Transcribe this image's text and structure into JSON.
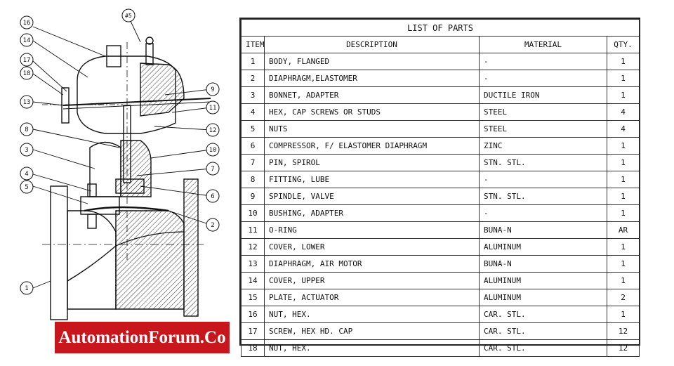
{
  "watermark": "AutomationForum.Co",
  "diagram": {
    "callouts": [
      "16",
      "14",
      "17",
      "18",
      "13",
      "8",
      "3",
      "4",
      "5",
      "1",
      "#5",
      "9",
      "11",
      "12",
      "10",
      "7",
      "6",
      "2"
    ]
  },
  "table": {
    "title": "LIST OF PARTS",
    "headers": {
      "item": "ITEM",
      "description": "DESCRIPTION",
      "material": "MATERIAL",
      "qty": "QTY."
    },
    "rows": [
      {
        "item": "1",
        "description": "BODY, FLANGED",
        "material": "-",
        "qty": "1"
      },
      {
        "item": "2",
        "description": "DIAPHRAGM,ELASTOMER",
        "material": "-",
        "qty": "1"
      },
      {
        "item": "3",
        "description": "BONNET, ADAPTER",
        "material": "DUCTILE IRON",
        "qty": "1"
      },
      {
        "item": "4",
        "description": "HEX, CAP SCREWS OR STUDS",
        "material": "STEEL",
        "qty": "4"
      },
      {
        "item": "5",
        "description": "NUTS",
        "material": "STEEL",
        "qty": "4"
      },
      {
        "item": "6",
        "description": "COMPRESSOR, F/ ELASTOMER DIAPHRAGM",
        "material": "ZINC",
        "qty": "1"
      },
      {
        "item": "7",
        "description": "PIN, SPIROL",
        "material": "STN. STL.",
        "qty": "1"
      },
      {
        "item": "8",
        "description": "FITTING, LUBE",
        "material": "-",
        "qty": "1"
      },
      {
        "item": "9",
        "description": "SPINDLE, VALVE",
        "material": "STN. STL.",
        "qty": "1"
      },
      {
        "item": "10",
        "description": "BUSHING, ADAPTER",
        "material": "-",
        "qty": "1"
      },
      {
        "item": "11",
        "description": "O-RING",
        "material": "BUNA-N",
        "qty": "AR"
      },
      {
        "item": "12",
        "description": "COVER, LOWER",
        "material": "ALUMINUM",
        "qty": "1"
      },
      {
        "item": "13",
        "description": "DIAPHRAGM, AIR MOTOR",
        "material": "BUNA-N",
        "qty": "1"
      },
      {
        "item": "14",
        "description": "COVER, UPPER",
        "material": "ALUMINUM",
        "qty": "1"
      },
      {
        "item": "15",
        "description": "PLATE, ACTUATOR",
        "material": "ALUMINUM",
        "qty": "2"
      },
      {
        "item": "16",
        "description": "NUT, HEX.",
        "material": "CAR. STL.",
        "qty": "1"
      },
      {
        "item": "17",
        "description": "SCREW, HEX HD. CAP",
        "material": "CAR. STL.",
        "qty": "12"
      },
      {
        "item": "18",
        "description": "NUT, HEX.",
        "material": "CAR. STL.",
        "qty": "12"
      }
    ]
  }
}
